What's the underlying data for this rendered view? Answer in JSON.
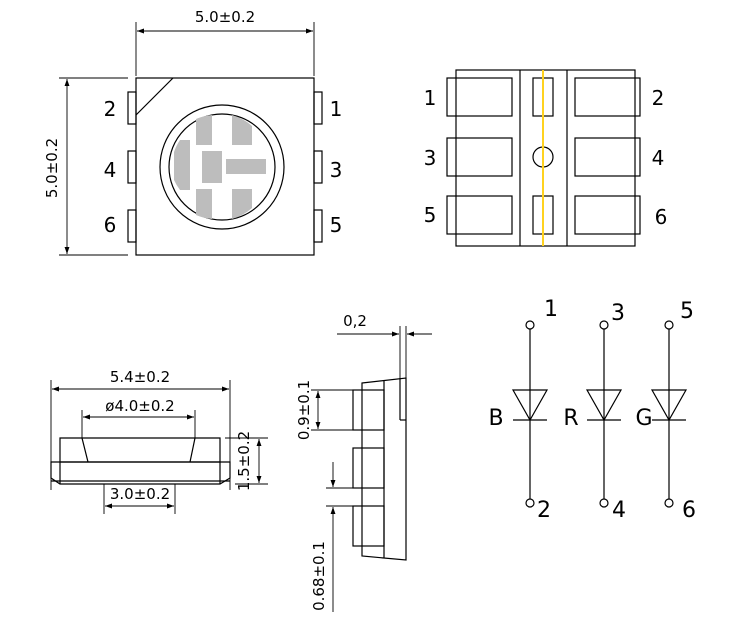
{
  "top_view": {
    "width_dim": "5.0±0.2",
    "height_dim": "5.0±0.2",
    "pins_left": [
      "2",
      "4",
      "6"
    ],
    "pins_right": [
      "1",
      "3",
      "5"
    ]
  },
  "bottom_view": {
    "pins_left": [
      "1",
      "3",
      "5"
    ],
    "pins_right": [
      "2",
      "4",
      "6"
    ],
    "centerline_color": "#ffd21f"
  },
  "side_view": {
    "overall_width": "5.4±0.2",
    "lens_diameter": "ø4.0±0.2",
    "base_width": "3.0±0.2",
    "height": "1.5±0.2"
  },
  "profile_view": {
    "lead_thickness": "0,2",
    "pad_width": "0.9±0.1",
    "pad_gap": "0.68±0.1"
  },
  "schematic": {
    "leds": [
      {
        "color_letter": "B",
        "anode_pin": "1",
        "cathode_pin": "2"
      },
      {
        "color_letter": "R",
        "anode_pin": "3",
        "cathode_pin": "4"
      },
      {
        "color_letter": "G",
        "anode_pin": "5",
        "cathode_pin": "6"
      }
    ]
  }
}
